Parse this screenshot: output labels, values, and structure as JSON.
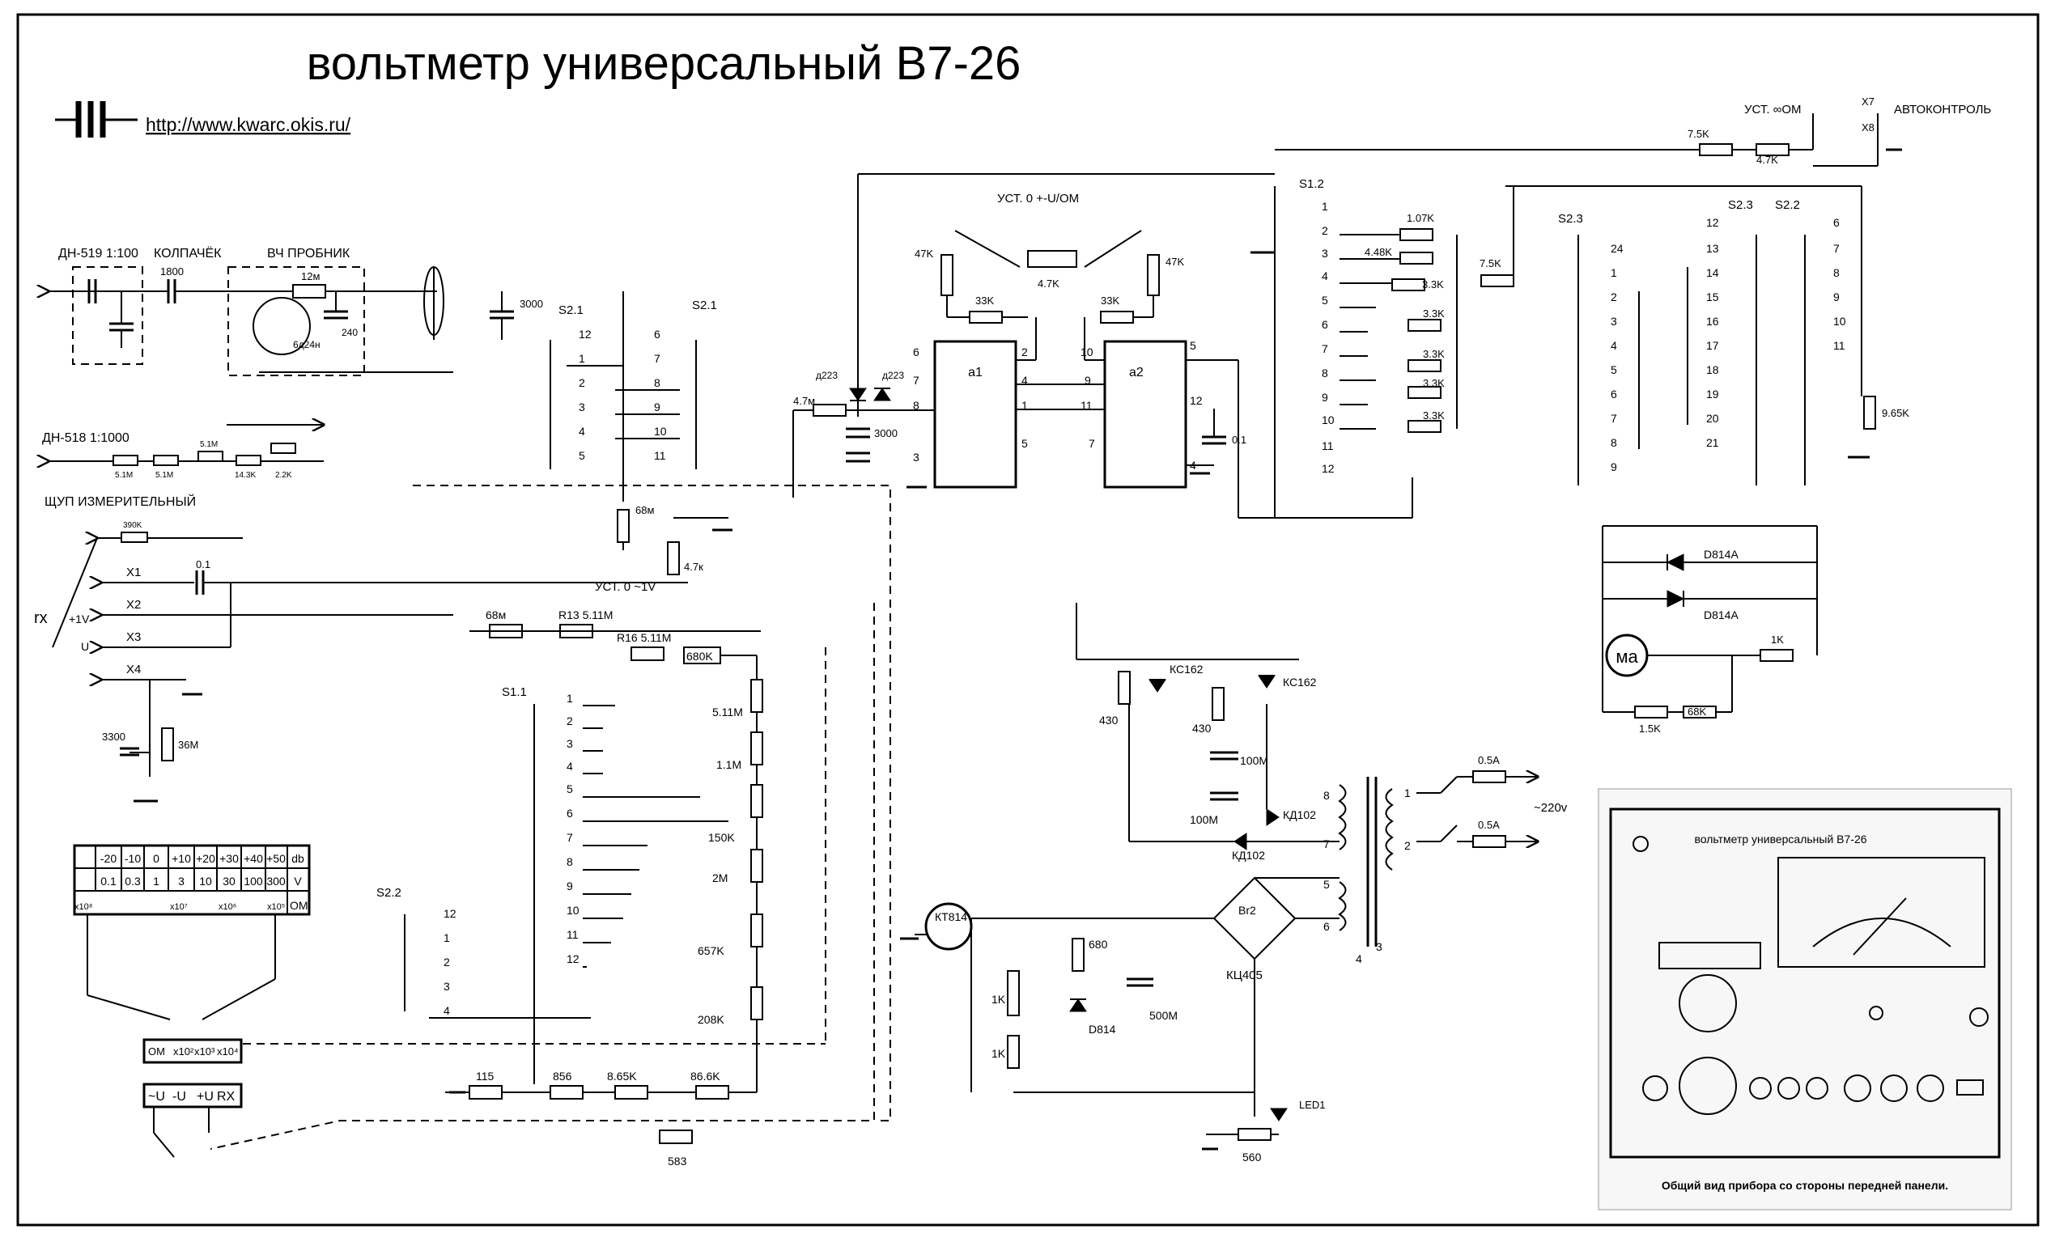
{
  "title": "вольтметр универсальный В7-26",
  "url": "http://www.kwarc.okis.ru/",
  "sections": {
    "dn519": "ДН-519  1:100",
    "kolpachek": "КОЛПАЧЁК",
    "vch": "ВЧ ПРОБНИК",
    "dn518": "ДН-518  1:1000",
    "probe": "ЩУП  ИЗМЕРИТЕЛЬНЫЙ",
    "autocontrol": "АВТОКОНТРОЛЬ",
    "ust_om": "УСТ. ∞ОМ",
    "ust0uom": "УСТ. 0 +-U/OM",
    "ust0v": "УСТ. 0 ~1V",
    "mains": "~220v"
  },
  "terminals": {
    "x1": "X1",
    "x2": "X2",
    "x3": "X3",
    "x4": "X4",
    "x7": "X7",
    "x8": "X8",
    "rx": "rx",
    "plus1v": "+1V",
    "u": "U"
  },
  "switches": {
    "s11": "S1.1",
    "s12": "S1.2",
    "s21a": "S2.1",
    "s21b": "S2.1",
    "s22a": "S2.2",
    "s22b": "S2.2",
    "s23a": "S2.3",
    "s23b": "S2.3"
  },
  "opamps": {
    "a1": "a1",
    "a2": "a2"
  },
  "components": {
    "c1800": "1800",
    "r12m": "12м",
    "tube": "6д24н",
    "c240": "240",
    "c3000a": "3000",
    "r51a": "5.1M",
    "r51b": "5.1M",
    "r51c": "5.1M",
    "r143": "14.3K",
    "r22": "2.2K",
    "r390": "390K",
    "c01": "0.1",
    "c3300": "3300",
    "r36": "36M",
    "r68m": "68м",
    "r47k": "4.7к",
    "r68mb": "68м",
    "r13": "R13 5.11M",
    "r16": "R16 5.11M",
    "r680k": "680K",
    "r511": "5.11M",
    "r11": "1.1M",
    "r150": "150K",
    "r2m": "2M",
    "r657": "657K",
    "r208": "208K",
    "r115": "115",
    "r856": "856",
    "r865": "8.65K",
    "r866": "86.6K",
    "r583": "583",
    "d223a": "д223",
    "d223b": "д223",
    "r47m": "4.7м",
    "c3000b": "3000",
    "r47ka": "47K",
    "r33ka": "33K",
    "r47kpot": "4.7K",
    "r33kb": "33K",
    "r47kb": "47K",
    "c01b": "0.1",
    "r75a": "7.5K",
    "r47kc": "4.7K",
    "r107": "1.07K",
    "r448": "4.48K",
    "r33a": "3.3K",
    "r75b": "7.5K",
    "r33b": "3.3K",
    "r33c": "3.3K",
    "r33d": "3.3K",
    "r33e": "3.3K",
    "r965": "9.65K",
    "zd1": "D814A",
    "zd2": "D814A",
    "meter": "мa",
    "r1k": "1K",
    "r15": "1.5K",
    "r68k": "68K",
    "r430a": "430",
    "kc1": "КС162",
    "r430b": "430",
    "kc2": "КС162",
    "c100a": "100M",
    "c100b": "100M",
    "kd1": "КД102",
    "kd2": "КД102",
    "f1": "0.5A",
    "f2": "0.5A",
    "kt814": "КТ814",
    "r680": "680",
    "r1ka": "1K",
    "r1kb": "1K",
    "d814": "D814",
    "c500": "500M",
    "bridge": "Br2",
    "kc405": "КЦ405",
    "led": "LED1",
    "r560": "560"
  },
  "pin_labels": {
    "a1": [
      "6",
      "7",
      "8",
      "3",
      "2",
      "4",
      "1",
      "5"
    ],
    "a2": [
      "10",
      "9",
      "11",
      "7",
      "5",
      "12",
      "4"
    ],
    "tr": [
      "1",
      "2",
      "8",
      "7",
      "5",
      "6",
      "3",
      "4"
    ]
  },
  "switch_numbers": {
    "s21a": [
      "12",
      "1",
      "2",
      "3",
      "4",
      "5"
    ],
    "s21b": [
      "6",
      "7",
      "8",
      "9",
      "10",
      "11"
    ],
    "s11": [
      "1",
      "2",
      "3",
      "4",
      "5",
      "6",
      "7",
      "8",
      "9",
      "10",
      "11",
      "12"
    ],
    "s22a": [
      "12",
      "1",
      "2",
      "3",
      "4"
    ],
    "s12": [
      "1",
      "2",
      "3",
      "4",
      "5",
      "6",
      "7",
      "8",
      "9",
      "10",
      "11",
      "12"
    ],
    "s23a": [
      "24",
      "1",
      "2",
      "3",
      "4",
      "5",
      "6",
      "7",
      "8",
      "9"
    ],
    "s23b": [
      "12",
      "13",
      "14",
      "15",
      "16",
      "17",
      "18",
      "19",
      "20",
      "21"
    ],
    "s22b": [
      "6",
      "7",
      "8",
      "9",
      "10",
      "11"
    ]
  },
  "range_table": {
    "db": [
      "-20",
      "-10",
      "0",
      "+10",
      "+20",
      "+30",
      "+40",
      "+50",
      "db"
    ],
    "v": [
      "0.1",
      "0.3",
      "1",
      "3",
      "10",
      "30",
      "100",
      "300",
      "V"
    ],
    "om": [
      "x10⁸",
      "x10⁷",
      "x10⁶",
      "x10⁵",
      "OM"
    ],
    "om2": [
      "OM",
      "x10²",
      "x10³",
      "x10⁴"
    ],
    "modes": [
      "~U",
      "-U",
      "+U",
      "RX"
    ]
  },
  "photo": {
    "title": "вольтметр универсальный В7-26",
    "caption": "Общий вид прибора со стороны передней панели."
  }
}
